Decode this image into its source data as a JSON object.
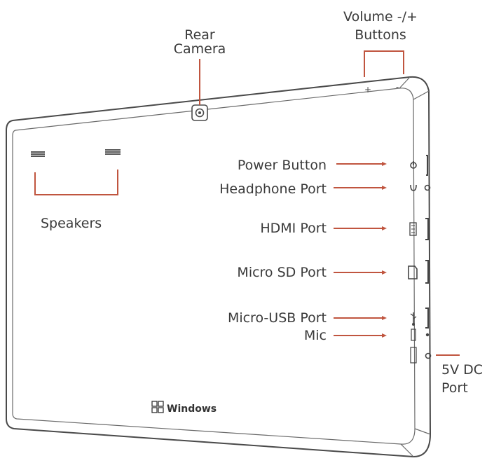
{
  "labels": {
    "rear_camera": [
      "Rear",
      "Camera"
    ],
    "volume_buttons": [
      "Volume -/+",
      "Buttons"
    ],
    "power_button": "Power Button",
    "headphone_port": "Headphone Port",
    "speakers": "Speakers",
    "hdmi_port": "HDMI Port",
    "micro_sd_port": "Micro SD Port",
    "micro_usb_port": "Micro-USB Port",
    "mic": "Mic",
    "dc_port": [
      "5V DC",
      "Port"
    ]
  },
  "device": {
    "logo_text": "Windows",
    "volume_minus_symbol": "-",
    "volume_plus_symbol": "+"
  },
  "colors": {
    "outline": "#4a4a4a",
    "pointer": "#c0553f",
    "label": "#3a3a3a"
  }
}
